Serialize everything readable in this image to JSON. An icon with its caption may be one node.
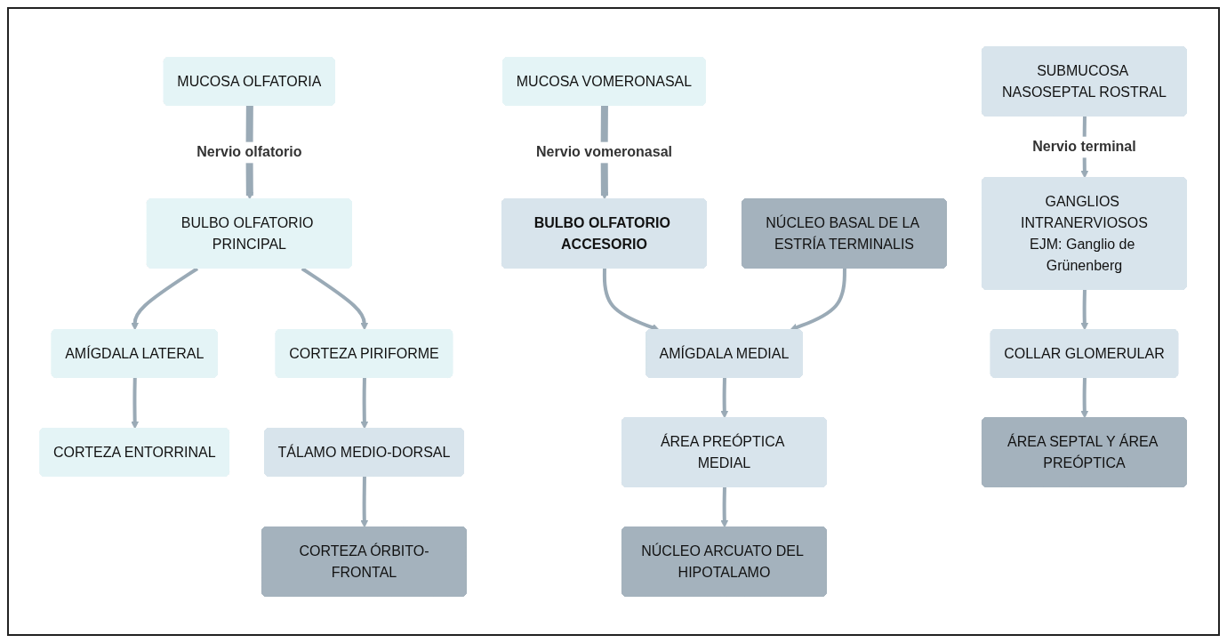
{
  "diagram": {
    "nodes": [
      {
        "text": [
          "MUCOSA OLFATORIA"
        ]
      },
      {
        "text": [
          "BULBO OLFATORIO PRINCIPAL"
        ]
      },
      {
        "text": [
          "AMÍGDALA LATERAL"
        ]
      },
      {
        "text": [
          "CORTEZA PIRIFORME"
        ]
      },
      {
        "text": [
          "CORTEZA ENTORRINAL"
        ]
      },
      {
        "text": [
          "TÁLAMO MEDIO-DORSAL"
        ]
      },
      {
        "text": [
          "CORTEZA ÓRBITO-FRONTAL"
        ]
      },
      {
        "text": [
          "MUCOSA VOMERONASAL"
        ]
      },
      {
        "text": [
          "BULBO OLFATORIO ACCESORIO"
        ]
      },
      {
        "text": [
          "AMÍGDALA MEDIAL"
        ]
      },
      {
        "text": [
          "NÚCLEO BASAL DE LA ESTRÍA TERMINALIS"
        ]
      },
      {
        "text": [
          "ÁREA PREÓPTICA MEDIAL"
        ]
      },
      {
        "text": [
          "NÚCLEO ARCUATO DEL HIPOTALAMO"
        ]
      },
      {
        "text": [
          "SUBMUCOSA NASOSEPTAL ROSTRAL"
        ]
      },
      {
        "text": [
          "GANGLIOS INTRANERVIOSOS",
          "EJM: Ganglio de Grünenberg"
        ]
      },
      {
        "text": [
          "COLLAR GLOMERULAR"
        ]
      },
      {
        "text": [
          "ÁREA SEPTAL Y ÁREA PREÓPTICA"
        ]
      }
    ],
    "edges": [
      {
        "from": 0,
        "to": 1,
        "arrow": "to",
        "label": "Nervio olfatorio",
        "style": "thick"
      },
      {
        "from": 1,
        "to": 2,
        "arrow": "to"
      },
      {
        "from": 1,
        "to": 3,
        "arrow": "to"
      },
      {
        "from": 2,
        "to": 4,
        "arrow": "to"
      },
      {
        "from": 3,
        "to": 5,
        "arrow": "to"
      },
      {
        "from": 5,
        "to": 6,
        "arrow": "to"
      },
      {
        "from": 7,
        "to": 8,
        "arrow": "to",
        "label": "Nervio vomeronasal",
        "style": "thick"
      },
      {
        "from": 8,
        "to": 9,
        "arrow": "to"
      },
      {
        "from": 10,
        "to": 9,
        "arrow": "to"
      },
      {
        "from": 9,
        "to": 11,
        "arrow": "to"
      },
      {
        "from": 11,
        "to": 12,
        "arrow": "to"
      },
      {
        "from": 13,
        "to": 14,
        "arrow": "to",
        "label": "Nervio terminal"
      },
      {
        "from": 14,
        "to": 15,
        "arrow": "to"
      },
      {
        "from": 15,
        "to": 16,
        "arrow": "to"
      }
    ]
  }
}
